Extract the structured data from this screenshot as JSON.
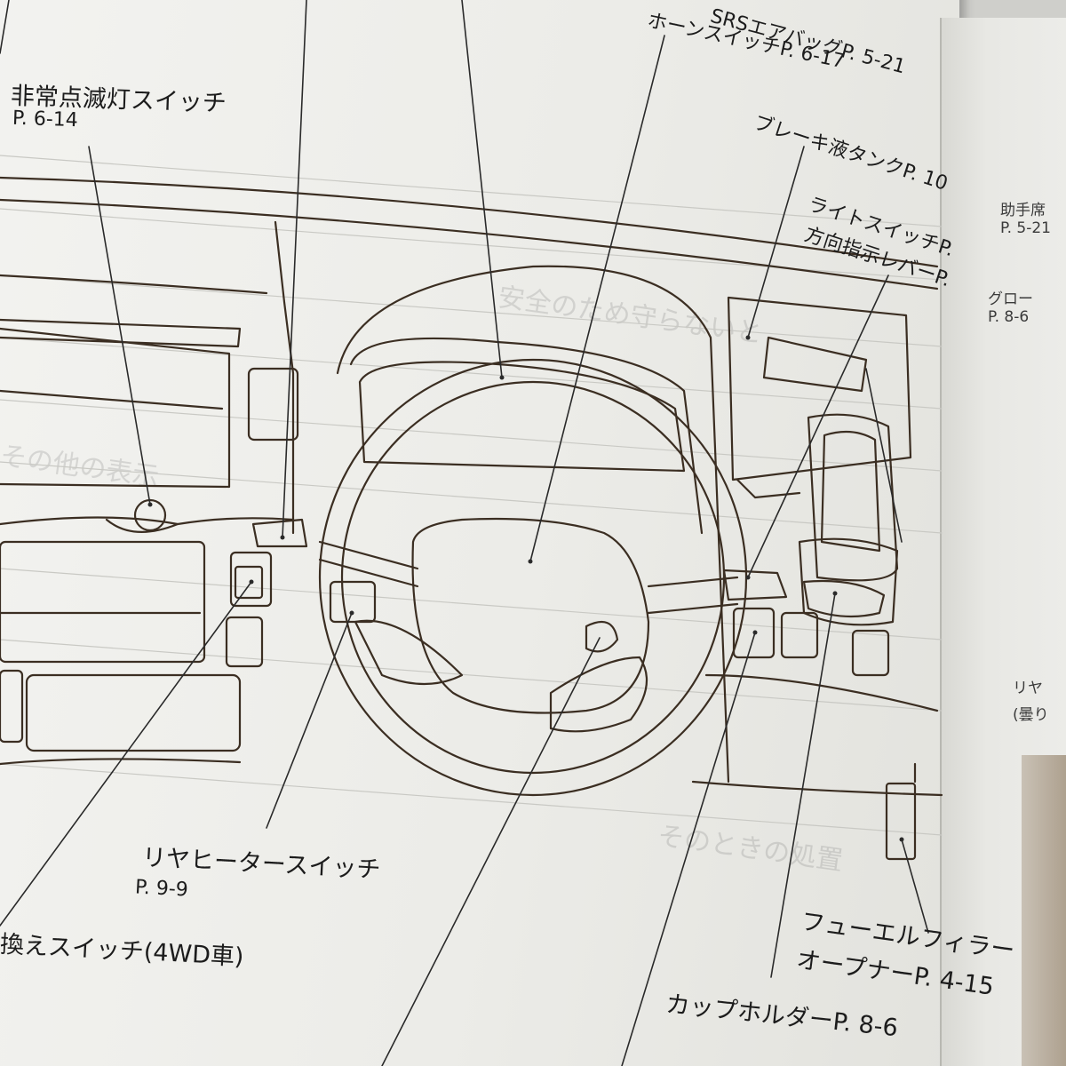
{
  "labels": {
    "hazard_switch": "非常点滅灯スイッチ",
    "hazard_switch_ref": "P. 6-14",
    "srs_airbag": "SRSエアバッグP. 5-21",
    "horn_switch": "ホーンスイッチP. 6-17",
    "brake_fluid": "ブレーキ液タンクP. 10",
    "light_switch": "ライトスイッチP.",
    "turn_lever": "方向指示レバーP.",
    "rear_heater": "リヤヒータースイッチ",
    "rear_heater_ref": "P. 9-9",
    "wd_switch": "換えスイッチ(4WD車)",
    "fuel_filler_1": "フューエルフィラー",
    "fuel_filler_2": "オープナーP. 4-15",
    "cup_holder": "カップホルダーP. 8-6"
  },
  "side_page": {
    "passenger": "助手席",
    "passenger_ref": "P. 5-21",
    "glove": "グロー",
    "glove_ref": "P. 8-6",
    "rear": "リヤ",
    "rear_sub": "(曇り"
  },
  "colors": {
    "ink": "#1a1a1a",
    "drawing_line": "#3b2e22"
  }
}
